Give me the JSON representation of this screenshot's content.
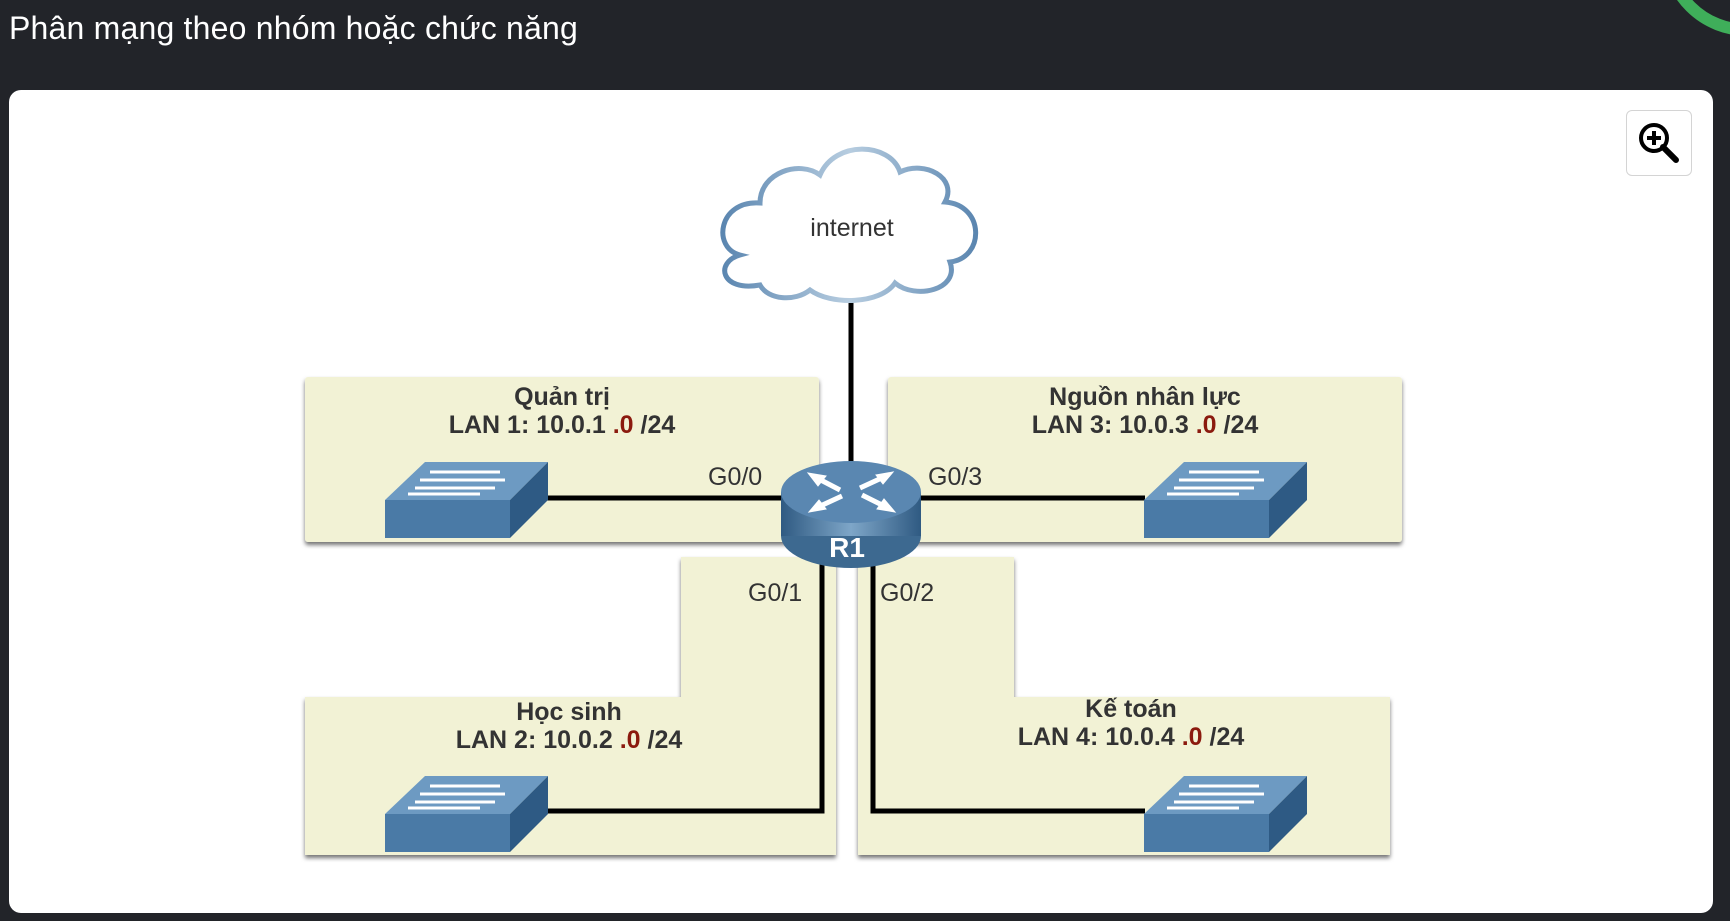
{
  "header": {
    "title": "Phân mạng theo nhóm hoặc chức năng"
  },
  "zoom_button": {
    "icon": "zoom-in-icon"
  },
  "diagram": {
    "cloud_label": "internet",
    "router_label": "R1",
    "ports": {
      "g00": "G0/0",
      "g01": "G0/1",
      "g02": "G0/2",
      "g03": "G0/3"
    },
    "lans": [
      {
        "name": "Quản trị",
        "prefix": "LAN 1: 10.0.1",
        "host": ".0",
        "mask": "/24"
      },
      {
        "name": "Học sinh",
        "prefix": "LAN 2: 10.0.2",
        "host": ".0",
        "mask": "/24"
      },
      {
        "name": "Nguồn nhân lực",
        "prefix": "LAN 3: 10.0.3",
        "host": ".0",
        "mask": "/24"
      },
      {
        "name": "Kế toán",
        "prefix": "LAN 4: 10.0.4",
        "host": ".0",
        "mask": "/24"
      }
    ]
  },
  "colors": {
    "background": "#222429",
    "card": "#ffffff",
    "region": "#f2f2d5",
    "device": "#4a7aa6",
    "highlight_octet": "#8b1a0e",
    "accent_ring": "#3fae5a"
  }
}
